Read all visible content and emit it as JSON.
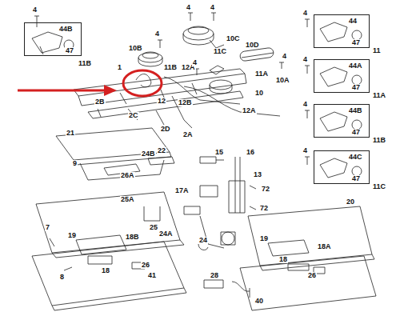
{
  "diagram": {
    "nodes": [
      {
        "text": [
          "44",
          "47",
          "11"
        ]
      },
      {
        "text": [
          "44B",
          "47",
          "11B"
        ]
      },
      {
        "text": [
          "44A",
          "47",
          "11A"
        ]
      },
      {
        "text": [
          "44B",
          "47",
          "11B"
        ]
      },
      {
        "text": [
          "44C",
          "47",
          "11C"
        ]
      }
    ],
    "labels": [
      "4",
      "4",
      "4",
      "10C",
      "4",
      "10B",
      "11C",
      "10D",
      "4",
      "12A",
      "11B",
      "4",
      "1",
      "11A",
      "10A",
      "2B",
      "12",
      "12B",
      "10",
      "12A",
      "2C",
      "2D",
      "2A",
      "21",
      "22",
      "9",
      "24B",
      "15",
      "16",
      "26A",
      "17A",
      "13",
      "72",
      "25A",
      "72",
      "20",
      "7",
      "25",
      "24A",
      "19",
      "18B",
      "24",
      "19",
      "18A",
      "18",
      "26",
      "8",
      "41",
      "18",
      "26",
      "28",
      "40",
      "4",
      "4",
      "4",
      "4"
    ]
  }
}
